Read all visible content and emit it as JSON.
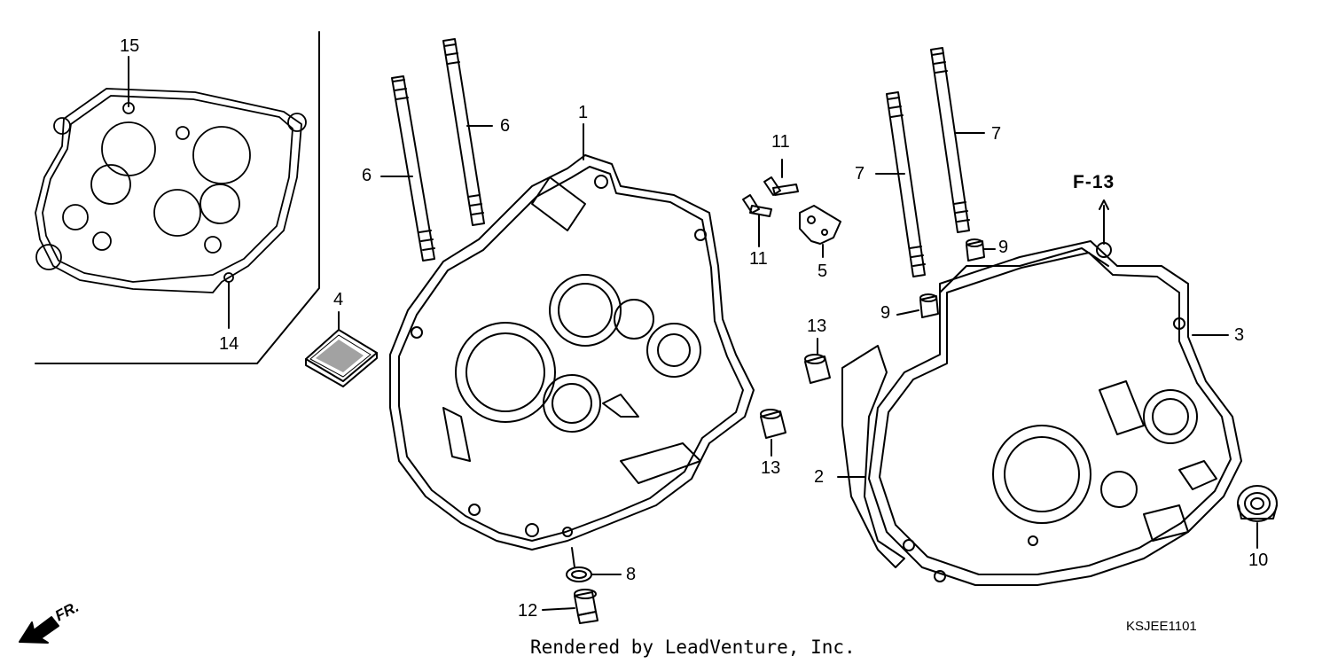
{
  "callouts": [
    {
      "id": "c15",
      "text": "15"
    },
    {
      "id": "c14",
      "text": "14"
    },
    {
      "id": "c4",
      "text": "4"
    },
    {
      "id": "c6a",
      "text": "6"
    },
    {
      "id": "c6b",
      "text": "6"
    },
    {
      "id": "c1",
      "text": "1"
    },
    {
      "id": "c11a",
      "text": "11"
    },
    {
      "id": "c11b",
      "text": "11"
    },
    {
      "id": "c5",
      "text": "5"
    },
    {
      "id": "c7a",
      "text": "7"
    },
    {
      "id": "c7b",
      "text": "7"
    },
    {
      "id": "c9a",
      "text": "9"
    },
    {
      "id": "c9b",
      "text": "9"
    },
    {
      "id": "c3",
      "text": "3"
    },
    {
      "id": "c13a",
      "text": "13"
    },
    {
      "id": "c13b",
      "text": "13"
    },
    {
      "id": "c2",
      "text": "2"
    },
    {
      "id": "c8",
      "text": "8"
    },
    {
      "id": "c12",
      "text": "12"
    },
    {
      "id": "c10",
      "text": "10"
    }
  ],
  "reference_label": "F-13",
  "diagram_code": "KSJEE1101",
  "credit": "Rendered by LeadVenture, Inc.",
  "direction_label": "FR."
}
